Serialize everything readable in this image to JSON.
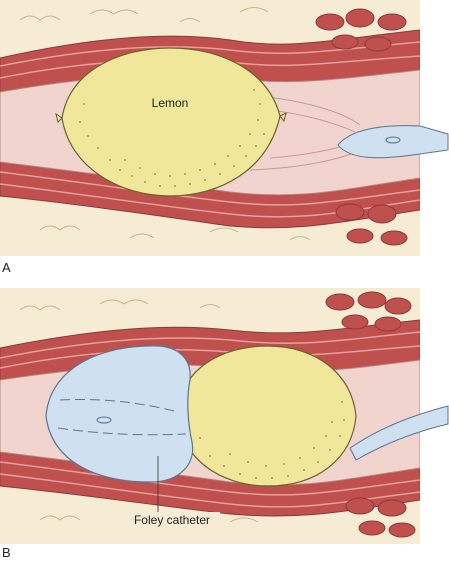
{
  "figure": {
    "panels": [
      {
        "letter": "A",
        "labels": {
          "lemon": "Lemon"
        }
      },
      {
        "letter": "B",
        "labels": {
          "catheter": "Foley catheter"
        }
      }
    ],
    "colors": {
      "skin": "#f6ecd4",
      "tissue_outline": "#8a6b5a",
      "muscle": "#c0504d",
      "muscle_light": "#e7a09a",
      "mucosa": "#e8b8b4",
      "lumen": "#f2d4cf",
      "lemon": "#f0e79a",
      "lemon_edge": "#6b6030",
      "catheter": "#cfe0f0",
      "catheter_edge": "#5a7590"
    }
  }
}
